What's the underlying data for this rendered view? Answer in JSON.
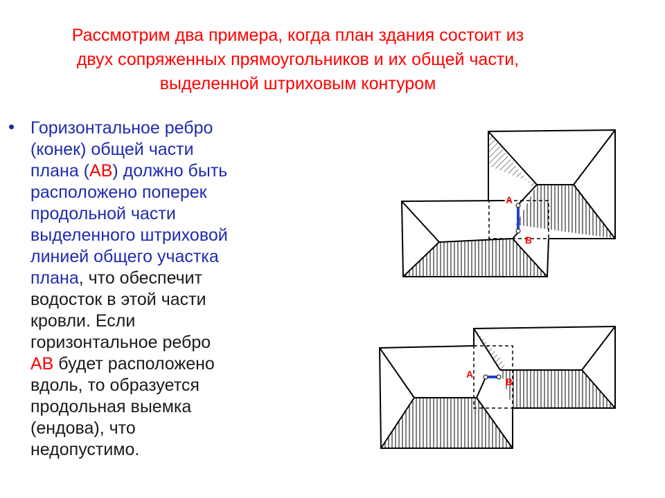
{
  "title": {
    "line1": "Рассмотрим два примера, когда план здания состоит из",
    "line2": "двух сопряженных прямоугольников и их общей части,",
    "line3": "выделенной штриховым контуром"
  },
  "bullet": "•",
  "body": {
    "l1": "Горизонтальное ребро",
    "l2": "(конек) общей части",
    "l3a": "плана (",
    "l3b": "АВ",
    "l3c": ") должно быть",
    "l4": "расположено поперек",
    "l5": "продольной части",
    "l6": "выделенного штриховой",
    "l7": "линией общего участка",
    "l8a": "плана",
    "l8b": ", что обеспечит",
    "l9": "водосток в этой части",
    "l10": "кровли. Если",
    "l11": "горизонтальное ребро",
    "l12a": "АВ",
    "l12b": " будет расположено",
    "l13": "вдоль, то образуется",
    "l14": "продольная выемка",
    "l15": "(ендова), что",
    "l16": "недопустимо."
  },
  "diagrams": {
    "top": {
      "label_a": "А",
      "label_b": "В"
    },
    "bottom": {
      "label_a": "А",
      "label_b": "В"
    }
  },
  "colors": {
    "title": "#ff0000",
    "text_blue": "#1f2bb0",
    "text_dark": "#1a1a1a",
    "accent_red": "#ff0000",
    "marker_blue": "#1f3fd6"
  }
}
